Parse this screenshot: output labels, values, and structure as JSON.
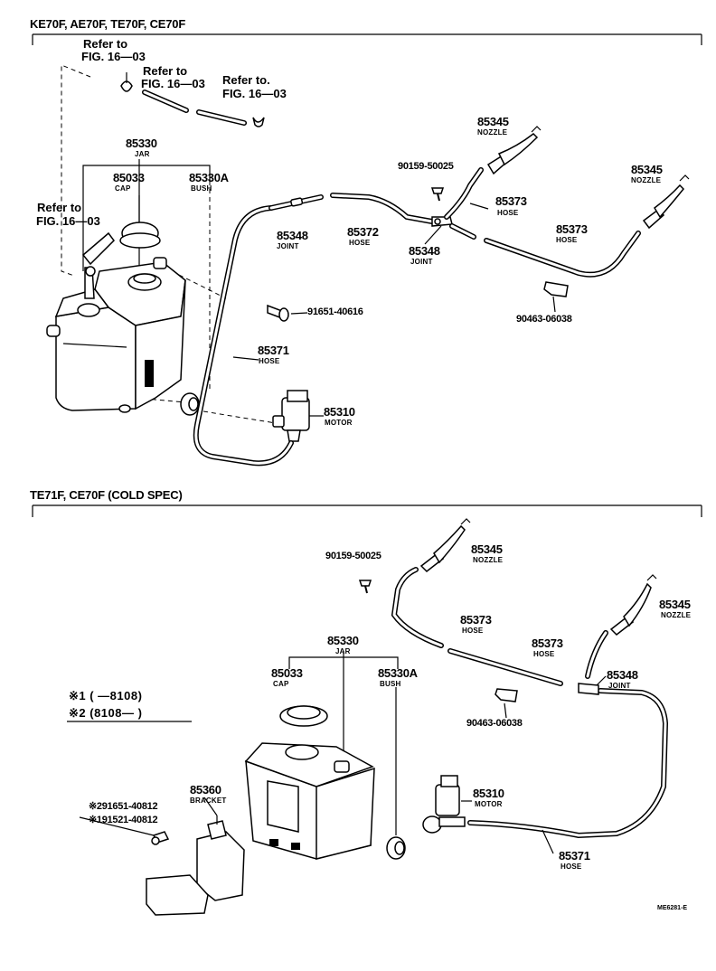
{
  "sections": [
    {
      "header": "KE70F, AE70F, TE70F, CE70F"
    },
    {
      "header": "TE71F, CE70F (COLD SPEC)"
    }
  ],
  "refs": {
    "refer_to": "Refer to",
    "refer_to_dot": "Refer to.",
    "fig": "FIG. 16—03"
  },
  "top_labels": {
    "jar_no": "85330",
    "jar": "JAR",
    "cap_no": "85033",
    "cap": "CAP",
    "bush_no": "85330A",
    "bush": "BUSH",
    "bolt_no": "90159-50025",
    "nozzle1_no": "85345",
    "nozzle1": "NOZZLE",
    "nozzle2_no": "85345",
    "nozzle2": "NOZZLE",
    "hose373a_no": "85373",
    "hose373a": "HOSE",
    "hose373b_no": "85373",
    "hose373b": "HOSE",
    "joint348a_no": "85348",
    "joint348a": "JOINT",
    "hose372_no": "85372",
    "hose372": "HOSE",
    "joint348b_no": "85348",
    "joint348b": "JOINT",
    "screw_no": "91651-40616",
    "clip_no": "90463-06038",
    "hose371_no": "85371",
    "hose371": "HOSE",
    "motor_no": "85310",
    "motor": "MOTOR"
  },
  "bottom_labels": {
    "bolt_no": "90159-50025",
    "nozzle1_no": "85345",
    "nozzle1": "NOZZLE",
    "nozzle2_no": "85345",
    "nozzle2": "NOZZLE",
    "hose373a_no": "85373",
    "hose373a": "HOSE",
    "hose373b_no": "85373",
    "hose373b": "HOSE",
    "joint_no": "85348",
    "joint": "JOINT",
    "jar_no": "85330",
    "jar": "JAR",
    "cap_no": "85033",
    "cap": "CAP",
    "bush_no": "85330A",
    "bush": "BUSH",
    "clip_no": "90463-06038",
    "motor_no": "85310",
    "motor": "MOTOR",
    "hose371_no": "85371",
    "hose371": "HOSE",
    "bracket_no": "85360",
    "bracket": "BRACKET",
    "screw_a": "※291651-40812",
    "screw_b": "※191521-40812",
    "note1": "※1 (        —8108)",
    "note2": "※2 (8108—          )"
  },
  "figure_code": "ME6281-E"
}
